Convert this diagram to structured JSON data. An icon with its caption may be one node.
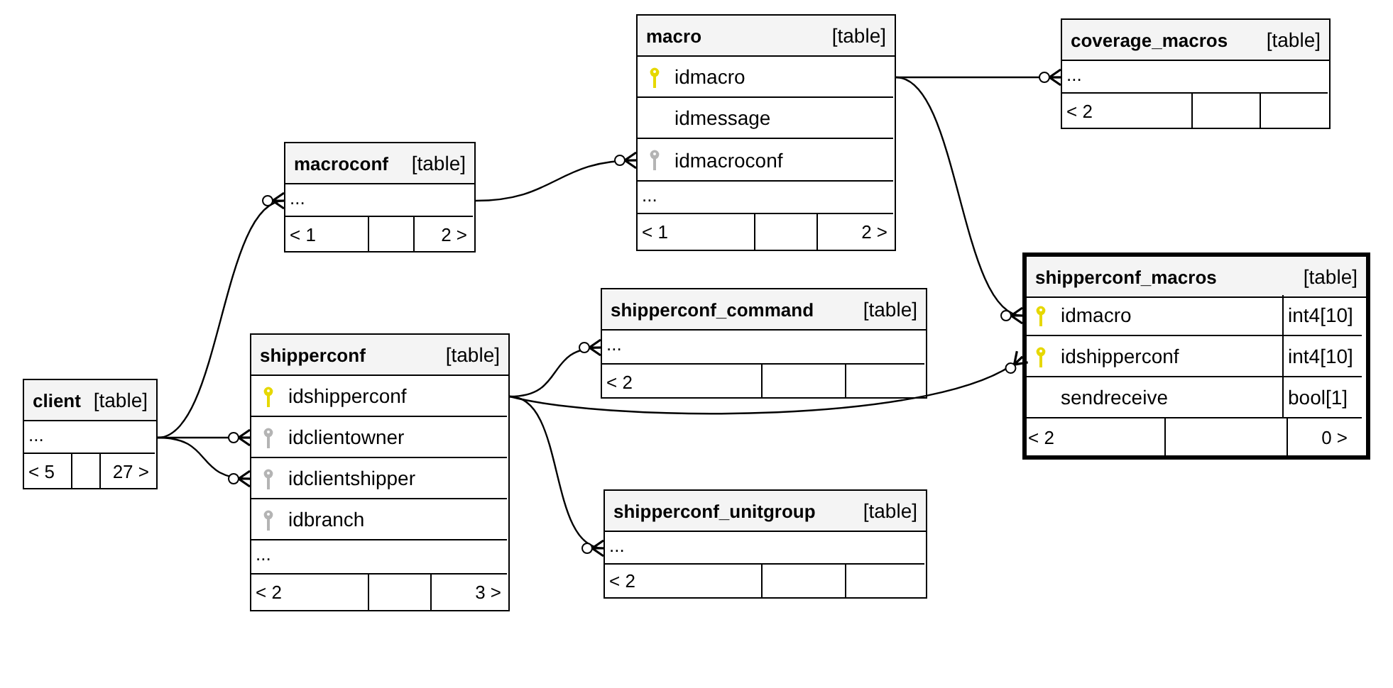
{
  "diagram": {
    "nodes": [
      {
        "text": [
          "macro",
          "[table]"
        ]
      },
      {
        "text": [
          "idmacro"
        ],
        "in": 0
      },
      {
        "text": [
          "idmessage"
        ],
        "in": 0
      },
      {
        "text": [
          "idmacroconf"
        ],
        "in": 0
      },
      {
        "text": [
          "..."
        ],
        "in": 0
      },
      {
        "text": [
          "< 1",
          "2 >"
        ],
        "in": 0
      },
      {
        "text": [
          "coverage_macros",
          "[table]"
        ]
      },
      {
        "text": [
          "..."
        ],
        "in": 6
      },
      {
        "text": [
          "< 2"
        ],
        "in": 6
      },
      {
        "text": [
          "macroconf",
          "[table]"
        ]
      },
      {
        "text": [
          "..."
        ],
        "in": 9
      },
      {
        "text": [
          "< 1",
          "2 >"
        ],
        "in": 9
      },
      {
        "text": [
          "shipperconf_macros",
          "[table]"
        ]
      },
      {
        "text": [
          "idmacro",
          "int4[10]"
        ],
        "in": 12
      },
      {
        "text": [
          "idshipperconf",
          "int4[10]"
        ],
        "in": 12
      },
      {
        "text": [
          "sendreceive",
          "bool[1]"
        ],
        "in": 12
      },
      {
        "text": [
          "< 2",
          "0 >"
        ],
        "in": 12
      },
      {
        "text": [
          "shipperconf_command",
          "[table]"
        ]
      },
      {
        "text": [
          "..."
        ],
        "in": 17
      },
      {
        "text": [
          "< 2"
        ],
        "in": 17
      },
      {
        "text": [
          "shipperconf",
          "[table]"
        ]
      },
      {
        "text": [
          "idshipperconf"
        ],
        "in": 20
      },
      {
        "text": [
          "idclientowner"
        ],
        "in": 20
      },
      {
        "text": [
          "idclientshipper"
        ],
        "in": 20
      },
      {
        "text": [
          "idbranch"
        ],
        "in": 20
      },
      {
        "text": [
          "..."
        ],
        "in": 20
      },
      {
        "text": [
          "< 2",
          "3 >"
        ],
        "in": 20
      },
      {
        "text": [
          "client",
          "[table]"
        ]
      },
      {
        "text": [
          "..."
        ],
        "in": 27
      },
      {
        "text": [
          "< 5",
          "27 >"
        ],
        "in": 27
      },
      {
        "text": [
          "shipperconf_unitgroup",
          "[table]"
        ]
      },
      {
        "text": [
          "..."
        ],
        "in": 30
      },
      {
        "text": [
          "< 2"
        ],
        "in": 30
      }
    ],
    "edges": [
      {
        "from": 1,
        "to": 7,
        "arrow": "other"
      },
      {
        "from": 1,
        "to": 13,
        "arrow": "other"
      },
      {
        "from": 10,
        "to": 3,
        "arrow": "other"
      },
      {
        "from": 28,
        "to": 10,
        "arrow": "other"
      },
      {
        "from": 28,
        "to": 22,
        "arrow": "other"
      },
      {
        "from": 28,
        "to": 23,
        "arrow": "other"
      },
      {
        "from": 21,
        "to": 18,
        "arrow": "other"
      },
      {
        "from": 21,
        "to": 14,
        "arrow": "other"
      },
      {
        "from": 21,
        "to": 31,
        "arrow": "other"
      }
    ]
  }
}
